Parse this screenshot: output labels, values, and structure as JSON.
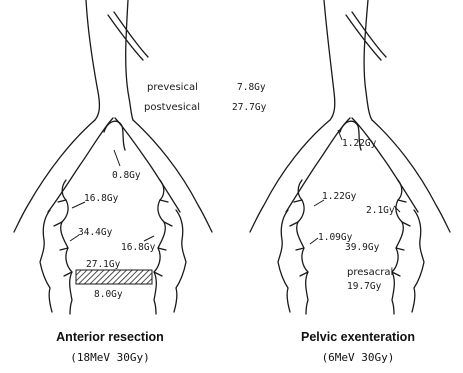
{
  "top_labels": {
    "prevesical": {
      "name": "prevesical",
      "dose": "7.8Gy"
    },
    "postvesical": {
      "name": "postvesical",
      "dose": "27.7Gy"
    }
  },
  "left_panel": {
    "doses": [
      "0.8Gy",
      "16.8Gy",
      "34.4Gy",
      "16.8Gy",
      "27.1Gy",
      "8.0Gy"
    ],
    "title": "Anterior resection",
    "subtitle": "(18MeV 30Gy)"
  },
  "right_panel": {
    "doses": [
      "1.22Gy",
      "1.22Gy",
      "2.1Gy",
      "1.09Gy",
      "39.9Gy",
      "presacral",
      "19.7Gy"
    ],
    "title": "Pelvic exenteration",
    "subtitle": "(6MeV 30Gy)"
  }
}
